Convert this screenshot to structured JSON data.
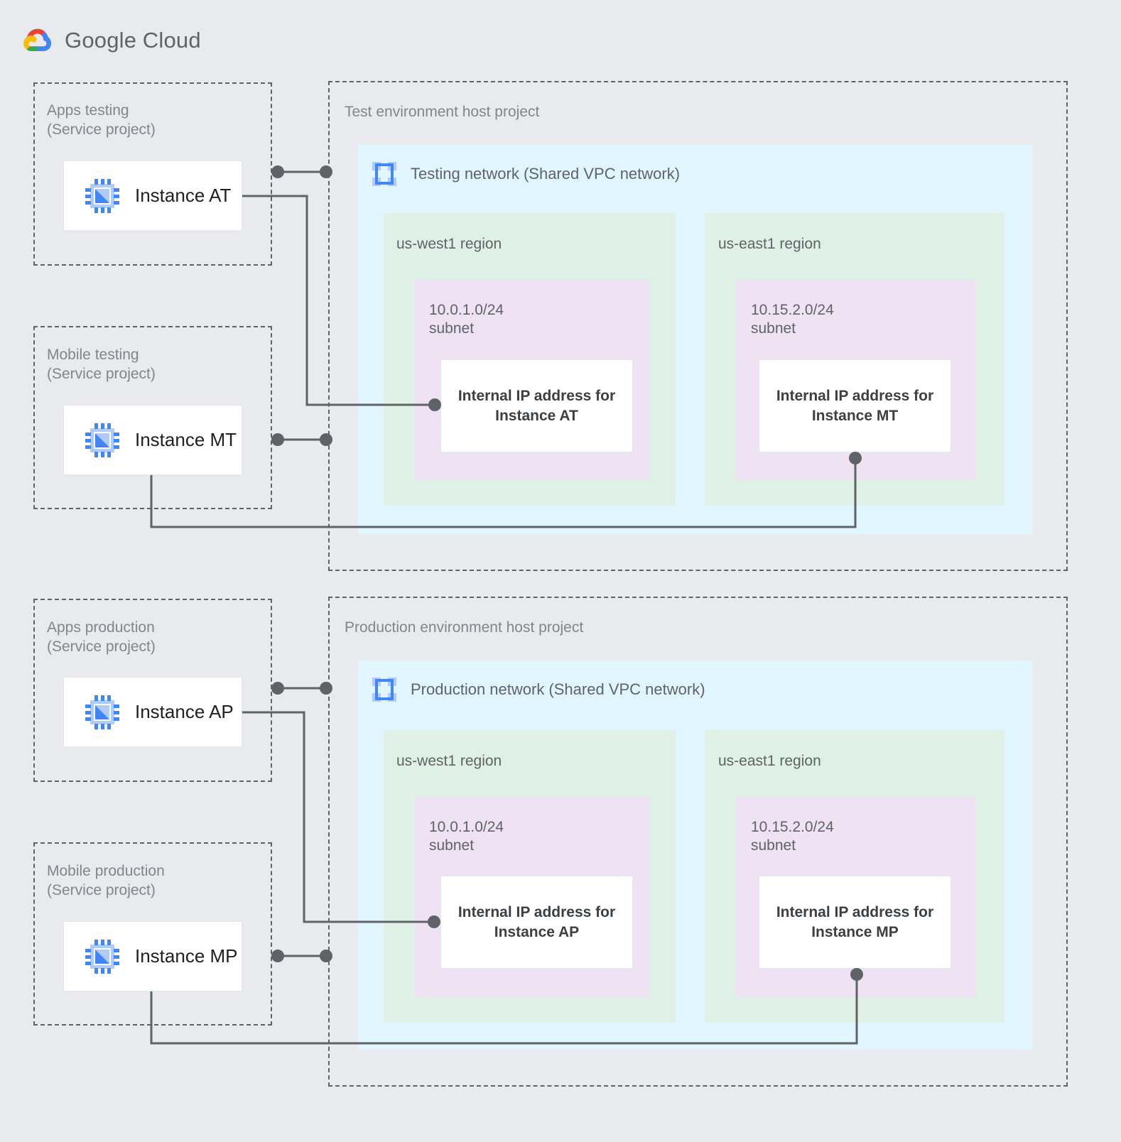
{
  "brand": {
    "name_part1": "Google",
    "name_part2": "Cloud",
    "logo_colors": {
      "red": "#ea4335",
      "yellow": "#fbbc04",
      "green": "#34a853",
      "blue": "#4285f4"
    }
  },
  "palette": {
    "page_background": "#e8eaed",
    "network_fill": "#e1f5fe",
    "region_fill": "#dff1e6",
    "subnet_fill": "#eee2f3",
    "card_fill": "#ffffff",
    "dashed_border": "#5f6368",
    "label_text": "#80868b",
    "body_text": "#5f6368",
    "connector": "#5f6368",
    "icon_blue": "#4285f4",
    "icon_blue_light": "#aecbfa"
  },
  "service_projects": [
    {
      "title": "Apps testing\n(Service project)",
      "instance": {
        "label": "Instance AT",
        "icon": "vm-instance-icon"
      }
    },
    {
      "title": "Mobile testing\n(Service project)",
      "instance": {
        "label": "Instance MT",
        "icon": "vm-instance-icon"
      }
    },
    {
      "title": "Apps production\n(Service project)",
      "instance": {
        "label": "Instance AP",
        "icon": "vm-instance-icon"
      }
    },
    {
      "title": "Mobile production\n(Service project)",
      "instance": {
        "label": "Instance MP",
        "icon": "vm-instance-icon"
      }
    }
  ],
  "host_projects": [
    {
      "title": "Test environment host project",
      "network": {
        "label": "Testing network (Shared VPC network)",
        "icon": "vpc-network-icon"
      },
      "regions": [
        {
          "label": "us-west1 region",
          "subnet": {
            "label": "10.0.1.0/24\nsubnet",
            "ip_box": "Internal IP address for\nInstance AT"
          }
        },
        {
          "label": "us-east1 region",
          "subnet": {
            "label": "10.15.2.0/24\nsubnet",
            "ip_box": "Internal IP address for\nInstance MT"
          }
        }
      ]
    },
    {
      "title": "Production environment host project",
      "network": {
        "label": "Production network (Shared VPC network)",
        "icon": "vpc-network-icon"
      },
      "regions": [
        {
          "label": "us-west1 region",
          "subnet": {
            "label": "10.0.1.0/24\nsubnet",
            "ip_box": "Internal IP address for\nInstance AP"
          }
        },
        {
          "label": "us-east1 region",
          "subnet": {
            "label": "10.15.2.0/24\nsubnet",
            "ip_box": "Internal IP address for\nInstance MP"
          }
        }
      ]
    }
  ]
}
